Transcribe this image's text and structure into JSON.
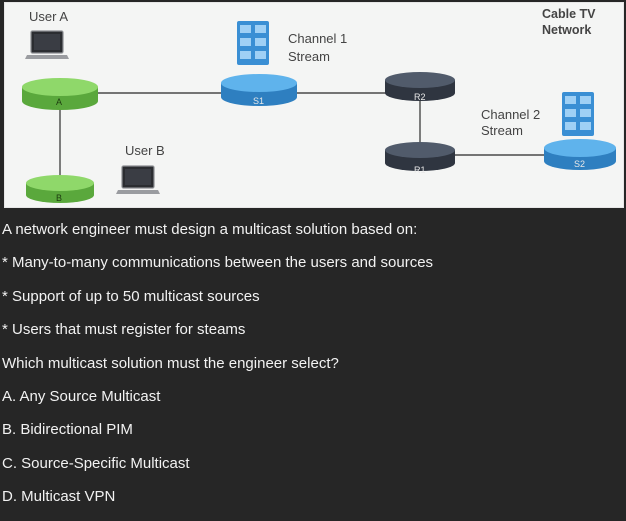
{
  "diagram": {
    "user_a": "User A",
    "user_b": "User B",
    "router_a": "A",
    "router_b": "B",
    "router_s1": "S1",
    "router_r1": "R1",
    "router_r2": "R2",
    "router_s2": "S2",
    "channel1": [
      "Channel 1",
      "Stream"
    ],
    "channel2": [
      "Channel 2",
      "Stream"
    ],
    "cable_tv": [
      "Cable TV",
      "Network"
    ],
    "colors": {
      "green_router": "#7fcf5a",
      "blue_router": "#3a9bdc",
      "dark_router": "#3e4756",
      "link": "#4a4a4a"
    }
  },
  "question": {
    "intro": "A network engineer must design a multicast solution based on:",
    "req1": "* Many-to-many communications between the users and sources",
    "req2": "* Support of up to 50 multicast sources",
    "req3": "* Users that must register for steams",
    "prompt": "Which multicast solution must the engineer select?",
    "option_a": "A. Any Source Multicast",
    "option_b": "B. Bidirectional PIM",
    "option_c": "C. Source-Specific Multicast",
    "option_d": "D. Multicast VPN"
  }
}
